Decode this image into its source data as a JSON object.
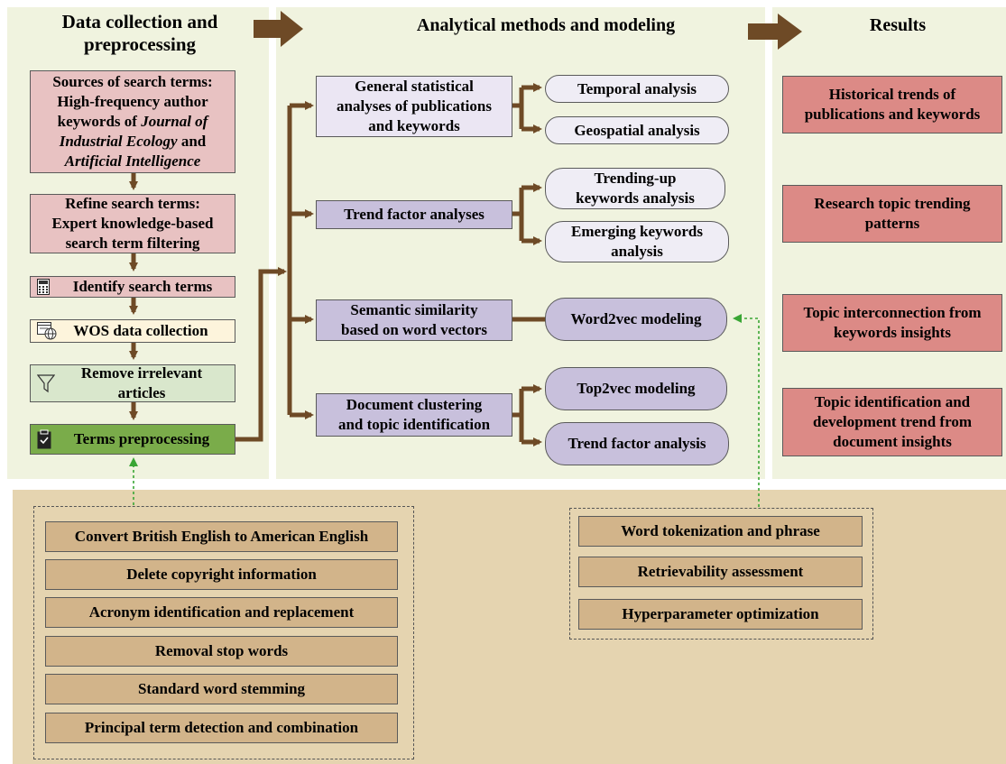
{
  "columns": {
    "left_title": "Data collection and preprocessing",
    "mid_title": "Analytical methods and modeling",
    "right_title": "Results"
  },
  "left": {
    "sources_line1": "Sources of search terms:",
    "sources_line2": "High-frequency author",
    "sources_line3a": "keywords of ",
    "sources_line3b": "Journal of",
    "sources_line4a": "Industrial Ecology",
    "sources_line4b": " and",
    "sources_line5": "Artificial Intelligence",
    "refine_line1": "Refine search terms:",
    "refine_line2": "Expert knowledge-based",
    "refine_line3": "search term filtering",
    "identify": "Identify search terms",
    "wos": "WOS data collection",
    "remove_line1": "Remove irrelevant",
    "remove_line2": "articles",
    "terms": "Terms preprocessing"
  },
  "middle": {
    "general_line1": "General statistical",
    "general_line2": "analyses of publications",
    "general_line3": "and keywords",
    "temporal": "Temporal analysis",
    "geospatial": "Geospatial analysis",
    "trend_factor": "Trend factor analyses",
    "trending_line1": "Trending-up",
    "trending_line2": "keywords analysis",
    "emerging_line1": "Emerging keywords",
    "emerging_line2": "analysis",
    "semantic_line1": "Semantic similarity",
    "semantic_line2": "based on word vectors",
    "word2vec": "Word2vec modeling",
    "docclust_line1": "Document clustering",
    "docclust_line2": "and topic identification",
    "top2vec": "Top2vec modeling",
    "trend_factor_analysis": "Trend factor analysis"
  },
  "results": {
    "r1_line1": "Historical trends of",
    "r1_line2": "publications and keywords",
    "r2_line1": "Research topic trending",
    "r2_line2": "patterns",
    "r3_line1": "Topic interconnection from",
    "r3_line2": "keywords insights",
    "r4_line1": "Topic identification and",
    "r4_line2": "development trend from",
    "r4_line3": "document insights"
  },
  "preprocessing_steps": [
    "Convert British English to American English",
    "Delete copyright information",
    "Acronym identification and replacement",
    "Removal stop words",
    "Standard word stemming",
    "Principal term detection and combination"
  ],
  "modeling_steps": [
    "Word tokenization and phrase",
    "Retrievability assessment",
    "Hyperparameter optimization"
  ],
  "colors": {
    "panel_bg": "#f0f3df",
    "bottom_bg": "#e5d4b0",
    "arrow_brown": "#6e4a26",
    "dotted_green": "#3aa635"
  },
  "icons": [
    "calculator-icon",
    "web-globe-icon",
    "funnel-icon",
    "clipboard-icon"
  ]
}
